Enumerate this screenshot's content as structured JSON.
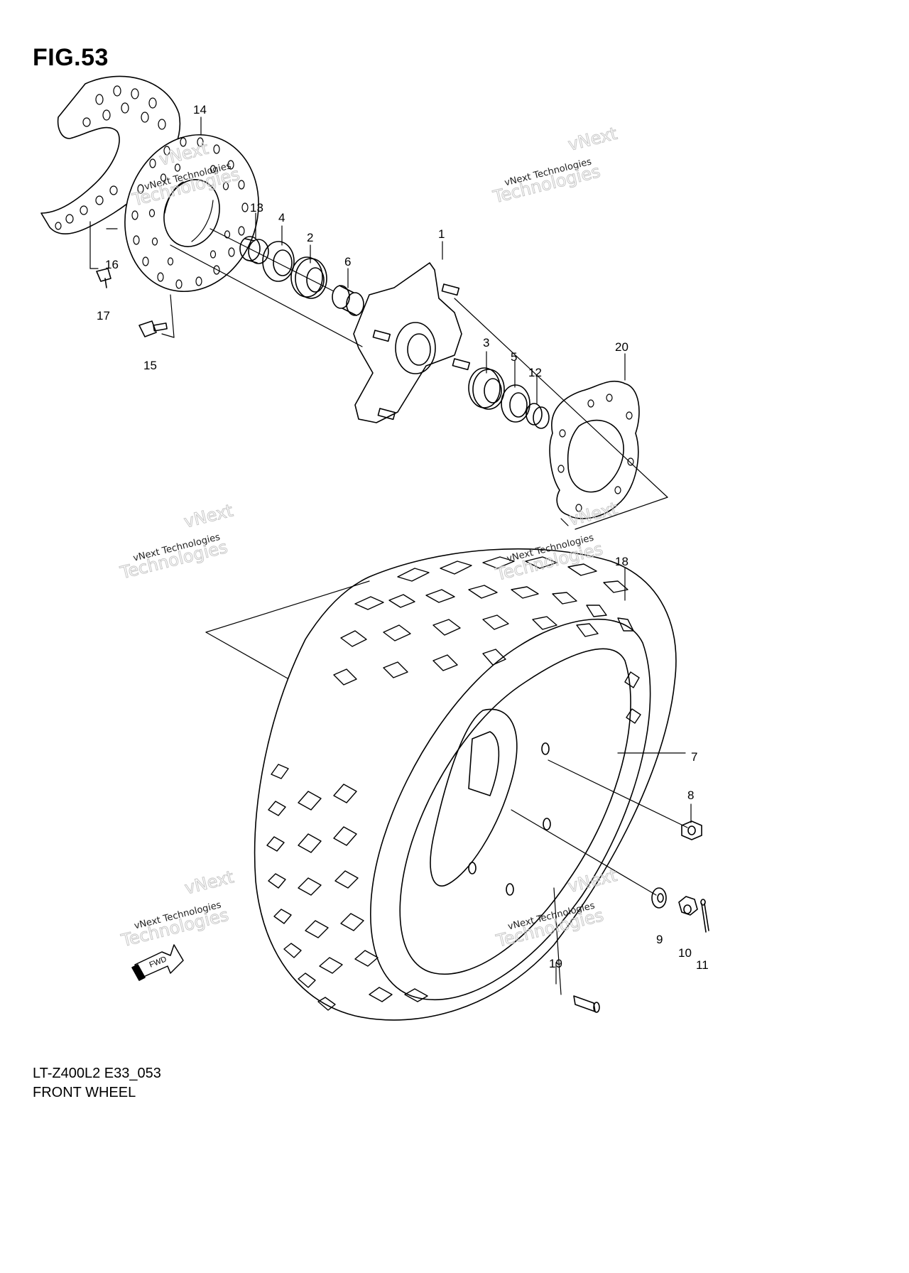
{
  "figure": {
    "title": "FIG.53",
    "code": "LT-Z400L2 E33_053",
    "name": "FRONT WHEEL"
  },
  "watermark": {
    "line1": "vNext Technologies",
    "line2": "vNext",
    "line3": "Technologies"
  },
  "fwd_label": "FWD",
  "callouts": [
    "1",
    "2",
    "3",
    "4",
    "5",
    "6",
    "7",
    "8",
    "9",
    "10",
    "11",
    "12",
    "13",
    "14",
    "15",
    "16",
    "17",
    "18",
    "19",
    "20"
  ],
  "colors": {
    "ink": "#000000",
    "paper": "#ffffff",
    "watermark": "#c8c8c8"
  }
}
